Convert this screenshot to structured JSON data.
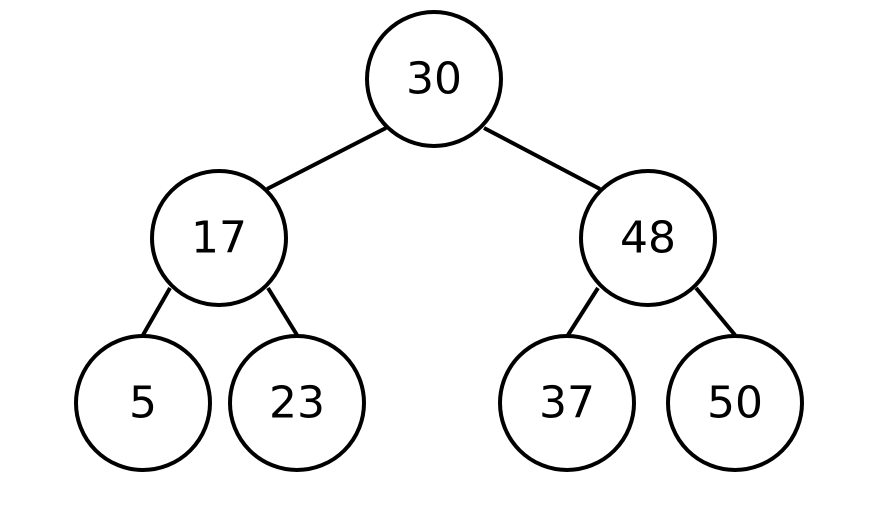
{
  "tree": {
    "nodes": [
      {
        "id": "n30",
        "label": "30"
      },
      {
        "id": "n17",
        "label": "17"
      },
      {
        "id": "n48",
        "label": "48"
      },
      {
        "id": "n5",
        "label": "5"
      },
      {
        "id": "n23",
        "label": "23"
      },
      {
        "id": "n37",
        "label": "37"
      },
      {
        "id": "n50",
        "label": "50"
      }
    ],
    "edges": [
      {
        "from": "n30",
        "to": "n17"
      },
      {
        "from": "n30",
        "to": "n48"
      },
      {
        "from": "n17",
        "to": "n5"
      },
      {
        "from": "n17",
        "to": "n23"
      },
      {
        "from": "n48",
        "to": "n37"
      },
      {
        "from": "n48",
        "to": "n50"
      }
    ]
  }
}
